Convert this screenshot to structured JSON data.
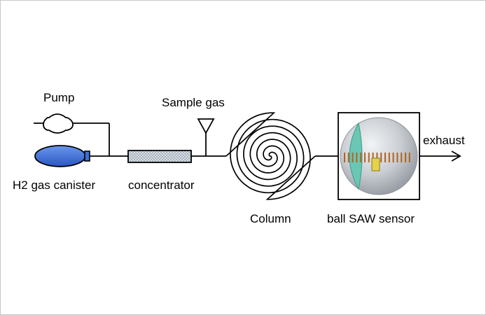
{
  "labels": {
    "pump": "Pump",
    "h2_canister": "H2 gas canister",
    "concentrator": "concentrator",
    "sample_gas": "Sample gas",
    "column": "Column",
    "ball_saw_sensor": "ball SAW sensor",
    "exhaust": "exhaust"
  },
  "colors": {
    "line": "#000000",
    "canister_fill": "#3a6fd8",
    "concentrator_fill": "#d7dde6",
    "ball_fill": "#c9cdd2",
    "ball_face": "#69c7b4",
    "electrode": "#b3631c",
    "border": "#c8c8c8"
  }
}
